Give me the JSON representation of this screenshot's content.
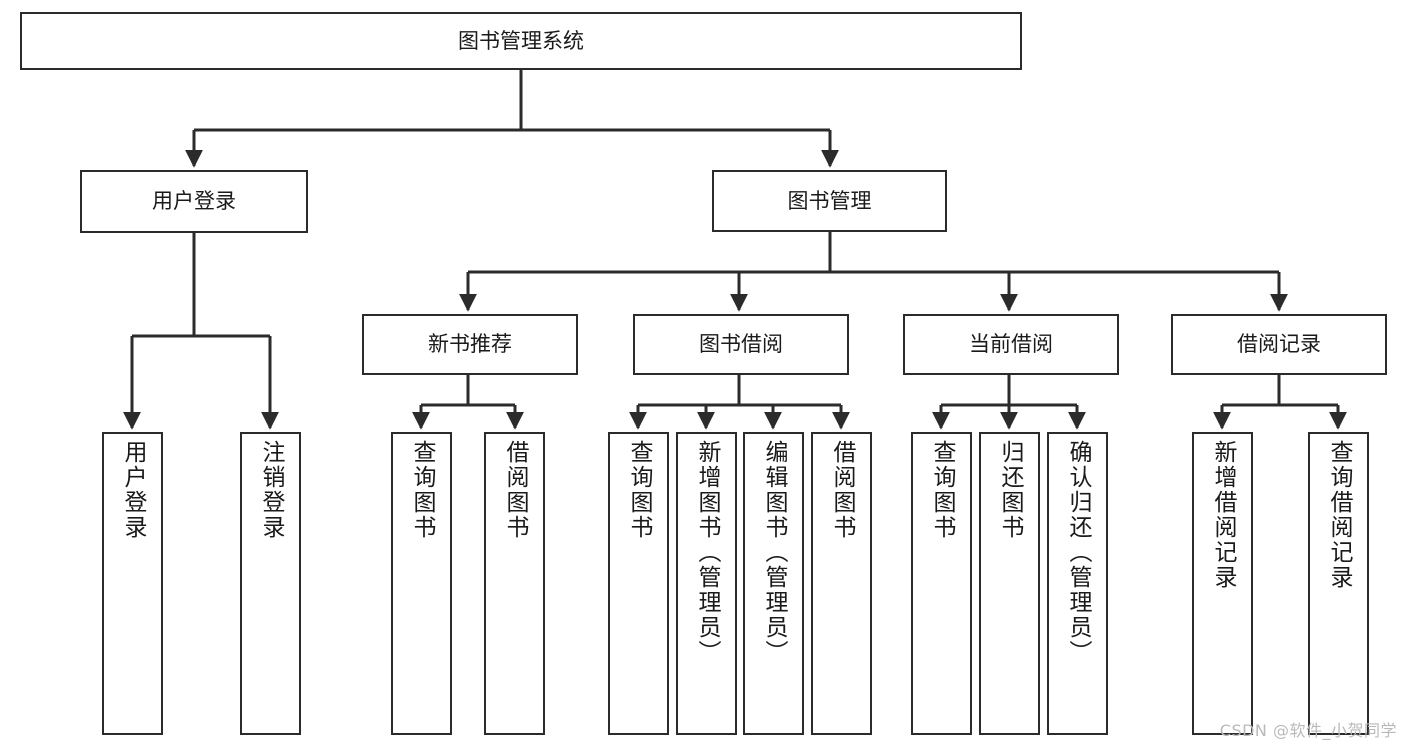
{
  "diagram": {
    "title_node": {
      "label": "图书管理系统"
    },
    "level1": [
      {
        "id": "user-login",
        "label": "用户登录"
      },
      {
        "id": "book-management",
        "label": "图书管理"
      }
    ],
    "level2": [
      {
        "id": "new-book-recommend",
        "label": "新书推荐"
      },
      {
        "id": "book-borrow",
        "label": "图书借阅"
      },
      {
        "id": "current-borrow",
        "label": "当前借阅"
      },
      {
        "id": "borrow-record",
        "label": "借阅记录"
      }
    ],
    "leaves": [
      {
        "id": "leaf-user-login",
        "label": "用户登录"
      },
      {
        "id": "leaf-logout-login",
        "label": "注销登录"
      },
      {
        "id": "leaf-query-book-1",
        "label": "查询图书"
      },
      {
        "id": "leaf-borrow-book-1",
        "label": "借阅图书"
      },
      {
        "id": "leaf-query-book-2",
        "label": "查询图书"
      },
      {
        "id": "leaf-add-book",
        "label": "新增图书（管理员）"
      },
      {
        "id": "leaf-edit-book",
        "label": "编辑图书（管理员）"
      },
      {
        "id": "leaf-borrow-book-2",
        "label": "借阅图书"
      },
      {
        "id": "leaf-query-book-3",
        "label": "查询图书"
      },
      {
        "id": "leaf-return-book",
        "label": "归还图书"
      },
      {
        "id": "leaf-confirm-return",
        "label": "确认归还（管理员）"
      },
      {
        "id": "leaf-add-record",
        "label": "新增借阅记录"
      },
      {
        "id": "leaf-query-record",
        "label": "查询借阅记录"
      }
    ],
    "watermark": "CSDN @软件_小贺同学",
    "colors": {
      "stroke": "#2b2b2b",
      "fill": "#ffffff",
      "text": "#1a1a1a",
      "watermark": "#b9b9b9"
    }
  }
}
